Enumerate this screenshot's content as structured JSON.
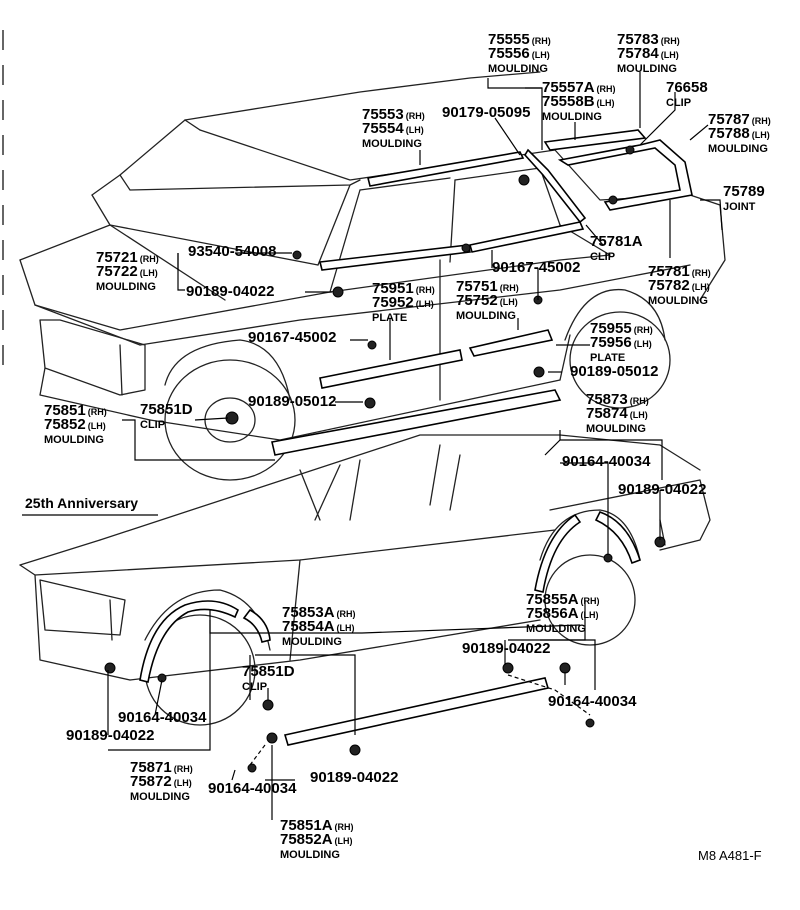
{
  "callouts": [
    {
      "id": "c75555",
      "lines": [
        {
          "num": "75555",
          "sfx": "(RH)"
        },
        {
          "num": "75556",
          "sfx": "(LH)"
        },
        {
          "name": "MOULDING"
        }
      ]
    },
    {
      "id": "c75783",
      "lines": [
        {
          "num": "75783",
          "sfx": "(RH)"
        },
        {
          "num": "75784",
          "sfx": "(LH)"
        },
        {
          "name": "MOULDING"
        }
      ]
    },
    {
      "id": "c75557",
      "lines": [
        {
          "num": "75557A",
          "sfx": "(RH)"
        },
        {
          "num": "75558B",
          "sfx": "(LH)"
        },
        {
          "name": "MOULDING"
        }
      ]
    },
    {
      "id": "c76658",
      "lines": [
        {
          "num": "76658"
        },
        {
          "name": "CLIP"
        }
      ]
    },
    {
      "id": "c90179",
      "lines": [
        {
          "num": "90179-05095"
        }
      ]
    },
    {
      "id": "c75553",
      "lines": [
        {
          "num": "75553",
          "sfx": "(RH)"
        },
        {
          "num": "75554",
          "sfx": "(LH)"
        },
        {
          "name": "MOULDING"
        }
      ]
    },
    {
      "id": "c75787",
      "lines": [
        {
          "num": "75787",
          "sfx": "(RH)"
        },
        {
          "num": "75788",
          "sfx": "(LH)"
        },
        {
          "name": "MOULDING"
        }
      ]
    },
    {
      "id": "c75789",
      "lines": [
        {
          "num": "75789"
        },
        {
          "name": "JOINT"
        }
      ]
    },
    {
      "id": "c93540",
      "lines": [
        {
          "num": "93540-54008"
        }
      ]
    },
    {
      "id": "c75721",
      "lines": [
        {
          "num": "75721",
          "sfx": "(RH)"
        },
        {
          "num": "75722",
          "sfx": "(LH)"
        },
        {
          "name": "MOULDING"
        }
      ]
    },
    {
      "id": "c75781A",
      "lines": [
        {
          "num": "75781A"
        },
        {
          "name": "CLIP"
        }
      ]
    },
    {
      "id": "c90167a",
      "lines": [
        {
          "num": "90167-45002"
        }
      ]
    },
    {
      "id": "c75781",
      "lines": [
        {
          "num": "75781",
          "sfx": "(RH)"
        },
        {
          "num": "75782",
          "sfx": "(LH)"
        },
        {
          "name": "MOULDING"
        }
      ]
    },
    {
      "id": "c90189a",
      "lines": [
        {
          "num": "90189-04022"
        }
      ]
    },
    {
      "id": "c75951",
      "lines": [
        {
          "num": "75951",
          "sfx": "(RH)"
        },
        {
          "num": "75952",
          "sfx": "(LH)"
        },
        {
          "name": "PLATE"
        }
      ]
    },
    {
      "id": "c75751",
      "lines": [
        {
          "num": "75751",
          "sfx": "(RH)"
        },
        {
          "num": "75752",
          "sfx": "(LH)"
        },
        {
          "name": "MOULDING"
        }
      ]
    },
    {
      "id": "c90167b",
      "lines": [
        {
          "num": "90167-45002"
        }
      ]
    },
    {
      "id": "c75955",
      "lines": [
        {
          "num": "75955",
          "sfx": "(RH)"
        },
        {
          "num": "75956",
          "sfx": "(LH)"
        },
        {
          "name": "PLATE"
        }
      ]
    },
    {
      "id": "c90189b",
      "lines": [
        {
          "num": "90189-05012"
        }
      ]
    },
    {
      "id": "c90189c",
      "lines": [
        {
          "num": "90189-05012"
        }
      ]
    },
    {
      "id": "c75851",
      "lines": [
        {
          "num": "75851",
          "sfx": "(RH)"
        },
        {
          "num": "75852",
          "sfx": "(LH)"
        },
        {
          "name": "MOULDING"
        }
      ]
    },
    {
      "id": "c75851D",
      "lines": [
        {
          "num": "75851D"
        },
        {
          "name": "CLIP"
        }
      ]
    },
    {
      "id": "c75873",
      "lines": [
        {
          "num": "75873",
          "sfx": "(RH)"
        },
        {
          "num": "75874",
          "sfx": "(LH)"
        },
        {
          "name": "MOULDING"
        }
      ]
    },
    {
      "id": "c90164a",
      "lines": [
        {
          "num": "90164-40034"
        }
      ]
    },
    {
      "id": "c90189d",
      "lines": [
        {
          "num": "90189-04022"
        }
      ]
    },
    {
      "id": "c75853A",
      "lines": [
        {
          "num": "75853A",
          "sfx": "(RH)"
        },
        {
          "num": "75854A",
          "sfx": "(LH)"
        },
        {
          "name": "MOULDING"
        }
      ]
    },
    {
      "id": "c75855A",
      "lines": [
        {
          "num": "75855A",
          "sfx": "(RH)"
        },
        {
          "num": "75856A",
          "sfx": "(LH)"
        },
        {
          "name": "MOULDING"
        }
      ]
    },
    {
      "id": "c90189e",
      "lines": [
        {
          "num": "90189-04022"
        }
      ]
    },
    {
      "id": "c75851D2",
      "lines": [
        {
          "num": "75851D"
        },
        {
          "name": "CLIP"
        }
      ]
    },
    {
      "id": "c90164b",
      "lines": [
        {
          "num": "90164-40034"
        }
      ]
    },
    {
      "id": "c90164c",
      "lines": [
        {
          "num": "90164-40034"
        }
      ]
    },
    {
      "id": "c90189f",
      "lines": [
        {
          "num": "90189-04022"
        }
      ]
    },
    {
      "id": "c75871",
      "lines": [
        {
          "num": "75871",
          "sfx": "(RH)"
        },
        {
          "num": "75872",
          "sfx": "(LH)"
        },
        {
          "name": "MOULDING"
        }
      ]
    },
    {
      "id": "c90164d",
      "lines": [
        {
          "num": "90164-40034"
        }
      ]
    },
    {
      "id": "c90189g",
      "lines": [
        {
          "num": "90189-04022"
        }
      ]
    },
    {
      "id": "c75851A",
      "lines": [
        {
          "num": "75851A",
          "sfx": "(RH)"
        },
        {
          "num": "75852A",
          "sfx": "(LH)"
        },
        {
          "name": "MOULDING"
        }
      ]
    }
  ],
  "section_title": "25th Anniversary",
  "figure_code": "M8  A481-F"
}
